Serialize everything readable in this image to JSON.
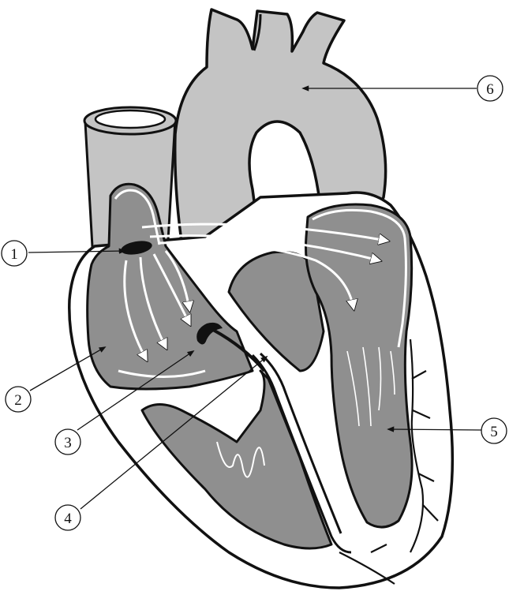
{
  "diagram": {
    "callouts": [
      {
        "id": "1",
        "label": "1"
      },
      {
        "id": "2",
        "label": "2"
      },
      {
        "id": "3",
        "label": "3"
      },
      {
        "id": "4",
        "label": "4"
      },
      {
        "id": "5",
        "label": "5"
      },
      {
        "id": "6",
        "label": "6"
      }
    ],
    "colors": {
      "vessel": "#c4c4c4",
      "chamber": "#8f8f8f",
      "wall": "#ffffff",
      "outline": "#111111",
      "node": "#111111",
      "signal": "#ffffff"
    }
  }
}
